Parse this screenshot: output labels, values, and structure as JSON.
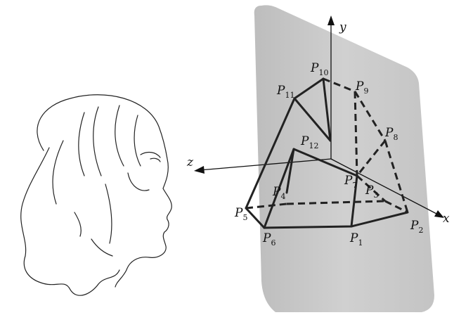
{
  "axes": {
    "x": "x",
    "y": "y",
    "z": "z"
  },
  "points": [
    {
      "name": "P",
      "sub": "1"
    },
    {
      "name": "P",
      "sub": "2"
    },
    {
      "name": "P",
      "sub": "3"
    },
    {
      "name": "P",
      "sub": "4"
    },
    {
      "name": "P",
      "sub": "5"
    },
    {
      "name": "P",
      "sub": "6"
    },
    {
      "name": "P",
      "sub": "7"
    },
    {
      "name": "P",
      "sub": "8"
    },
    {
      "name": "P",
      "sub": "9"
    },
    {
      "name": "P",
      "sub": "10"
    },
    {
      "name": "P",
      "sub": "11"
    },
    {
      "name": "P",
      "sub": "12"
    }
  ],
  "colors": {
    "plane": "#c8c8c8",
    "lines": "#222222"
  }
}
